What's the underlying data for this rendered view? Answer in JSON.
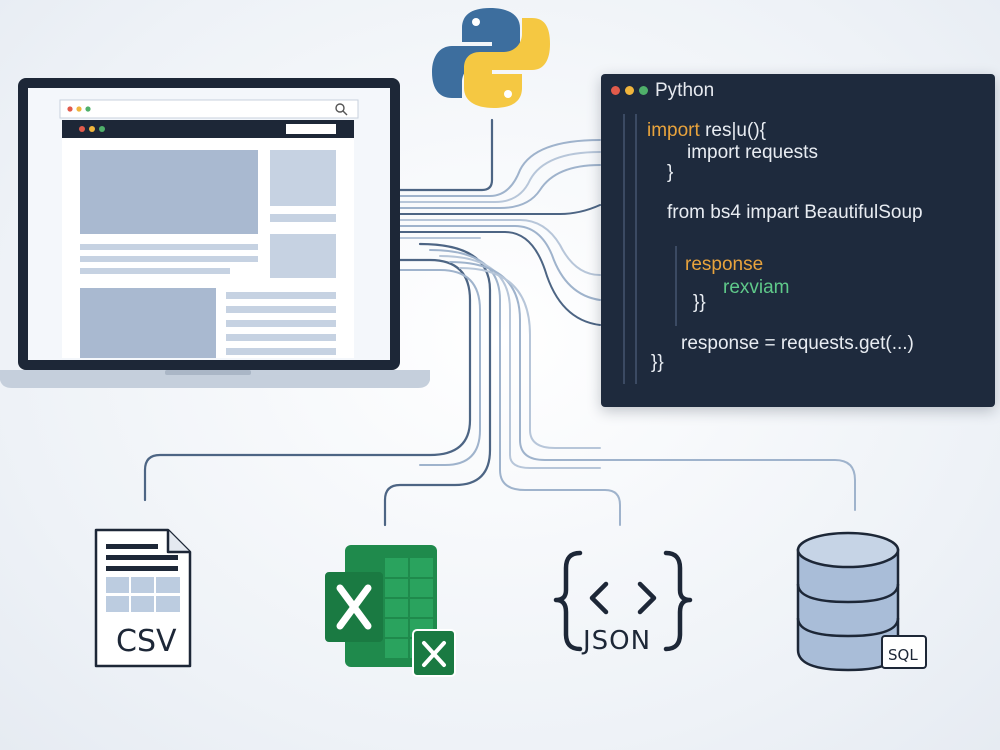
{
  "code_window": {
    "title": "Python",
    "lines": [
      {
        "parts": [
          {
            "text": "import ",
            "color": "#e8a33d"
          },
          {
            "text": "res",
            "color": "#e8ecf2"
          },
          {
            "text": "|",
            "color": "#e8ecf2"
          },
          {
            "text": "u(){",
            "color": "#e8ecf2"
          }
        ]
      },
      {
        "parts": [
          {
            "text": "import requests",
            "color": "#e8ecf2"
          }
        ]
      },
      {
        "parts": [
          {
            "text": "}",
            "color": "#e8ecf2"
          }
        ]
      },
      {
        "parts": [
          {
            "text": "from bs4 impart BeautifulSoup",
            "color": "#e8ecf2"
          }
        ]
      },
      {
        "parts": [
          {
            "text": "response",
            "color": "#e8a33d"
          }
        ]
      },
      {
        "parts": [
          {
            "text": "rexviam",
            "color": "#5fc98a"
          }
        ]
      },
      {
        "parts": [
          {
            "text": "}}",
            "color": "#e8ecf2"
          }
        ]
      },
      {
        "parts": [
          {
            "text": "response = requests.get(...)",
            "color": "#e8ecf2"
          }
        ]
      },
      {
        "parts": [
          {
            "text": "}}",
            "color": "#e8ecf2"
          }
        ]
      }
    ]
  },
  "outputs": {
    "csv_label": "CSV",
    "json_label": "JSON",
    "sql_label": "SQL"
  },
  "colors": {
    "python_blue": "#3d6e9e",
    "python_yellow": "#f5c842",
    "excel_green": "#1f8a4c",
    "connector": "#9fb3cc",
    "connector_dark": "#4d6584",
    "code_bg": "#1e2a3d"
  }
}
